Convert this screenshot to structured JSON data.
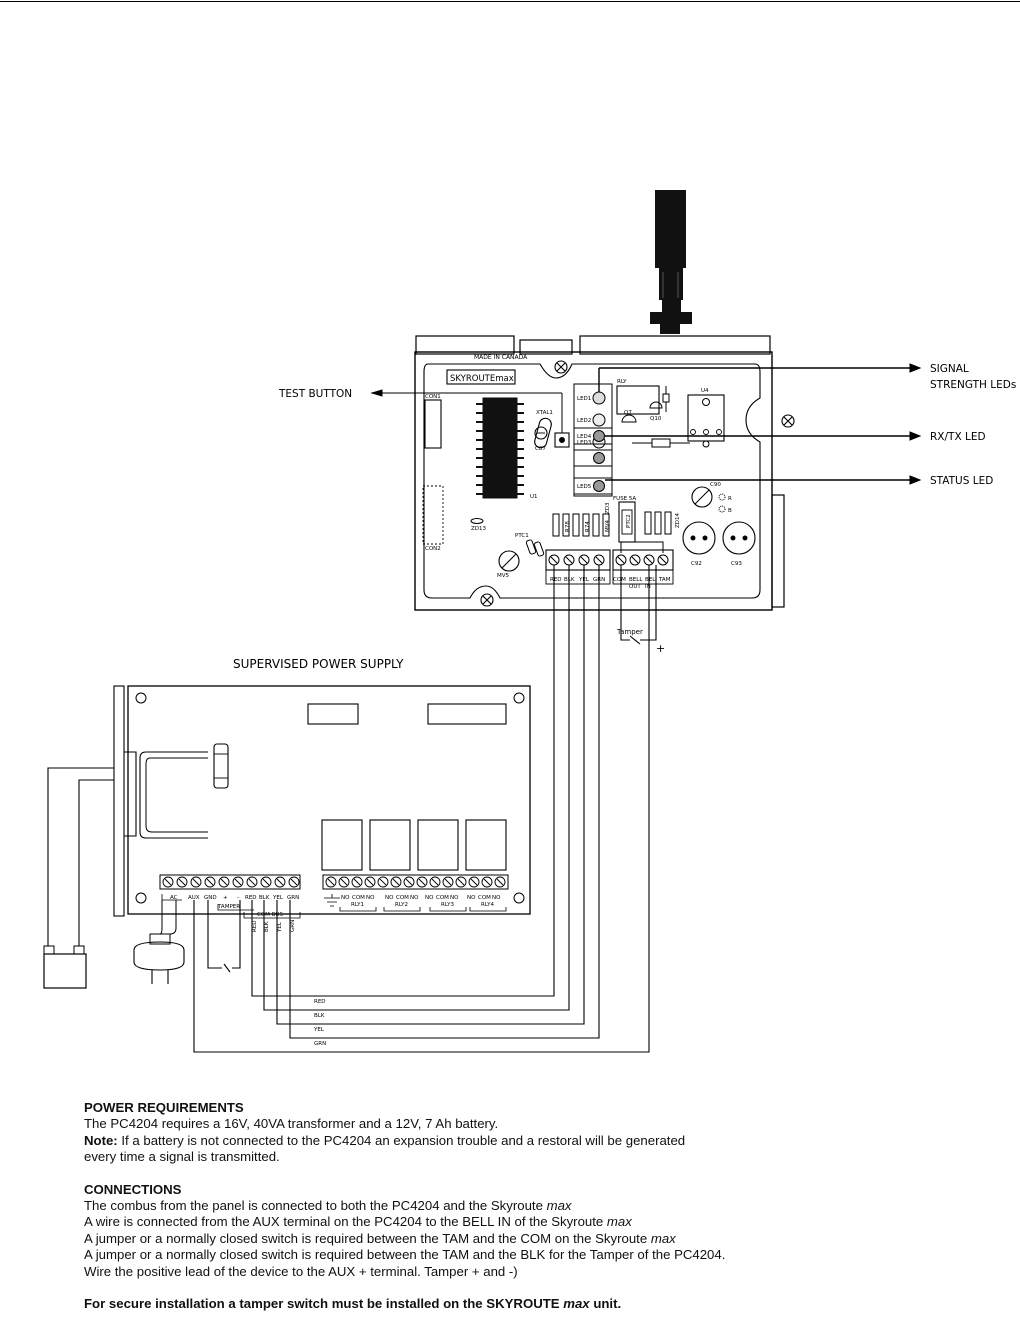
{
  "labels": {
    "test_button": "TEST BUTTON",
    "signal_1": "SIGNAL",
    "signal_2": "STRENGTH LEDs",
    "rxtx_led": "RX/TX LED",
    "status_led": "STATUS LED",
    "made_in": "MADE IN CANADA",
    "brand": "SKYROUTEmax",
    "supply_title": "SUPERVISED POWER SUPPLY",
    "tamper": "Tamper",
    "plus": "+"
  },
  "board": {
    "led1": "LED1",
    "led2": "LED2",
    "led3": "LED3",
    "led4": "LED4",
    "led5": "LED5",
    "rly": "RLY",
    "u4": "U4",
    "xtal1": "XTAL1",
    "c87": "C87",
    "q7": "Q7",
    "q10": "Q10",
    "u1": "U1",
    "con1": "CON1",
    "con2": "CON2",
    "zd13": "ZD13",
    "ptc1": "PTC1",
    "mv5": "MV5",
    "fuse": "FUSE 5A",
    "ptc2": "PTC2",
    "zd14": "ZD14",
    "c90": "C90",
    "r": "R",
    "b": "B",
    "c92": "C92",
    "c93": "C93",
    "comp1": "R78",
    "comp2": "R74",
    "comp3": "ZD3",
    "comp4": "MV4",
    "term_labels": [
      "RED",
      "BLK",
      "YEL",
      "GRN",
      "COM",
      "BELL",
      "BEL",
      "TAM"
    ],
    "term_sub": [
      "OUT",
      "IN"
    ]
  },
  "supply": {
    "labels_a": [
      "AC",
      "AUX",
      "GND",
      "+",
      "-",
      "RED",
      "BLK",
      "YEL",
      "GRN"
    ],
    "tamper_label": "TAMPER",
    "combus_label": "COM BUS",
    "relay_terms": [
      "NO",
      "COM",
      "NO"
    ],
    "relay_labels": [
      "RLY1",
      "RLY2",
      "RLY3",
      "RLY4"
    ],
    "wire_labels_v": [
      "RED",
      "BLK",
      "YEL",
      "GRN"
    ]
  },
  "wires": [
    "RED",
    "BLK",
    "YEL",
    "GRN"
  ],
  "notes": {
    "power_heading": "POWER REQUIREMENTS",
    "power_line": "The PC4204 requires a 16V, 40VA transformer and a 12V, 7 Ah battery.",
    "note_label": "Note:",
    "note_text": " If a battery is not connected to the PC4204 an expansion trouble and a restoral will be generated",
    "note_text_2": "every time a signal is transmitted.",
    "conn_heading": "CONNECTIONS",
    "c1": "The combus  from the panel is connected to both the PC4204 and the Skyroute ",
    "c1_em": "max",
    "c2": "A wire is connected from the AUX terminal on the PC4204 to the BELL IN of the Skyroute ",
    "c2_em": "max",
    "c3": "A jumper or a normally closed switch is required between the TAM and the COM on the Skyroute ",
    "c3_em": "max",
    "c4": "A jumper or a normally closed switch is required between the TAM and the BLK for the Tamper of the PC4204.",
    "c5": "Wire the positive lead of the device to the AUX + terminal. Tamper + and -)",
    "secure_a": "For secure installation a tamper switch must be installed on the SKYROUTE ",
    "secure_em": "max",
    "secure_b": "  unit."
  }
}
